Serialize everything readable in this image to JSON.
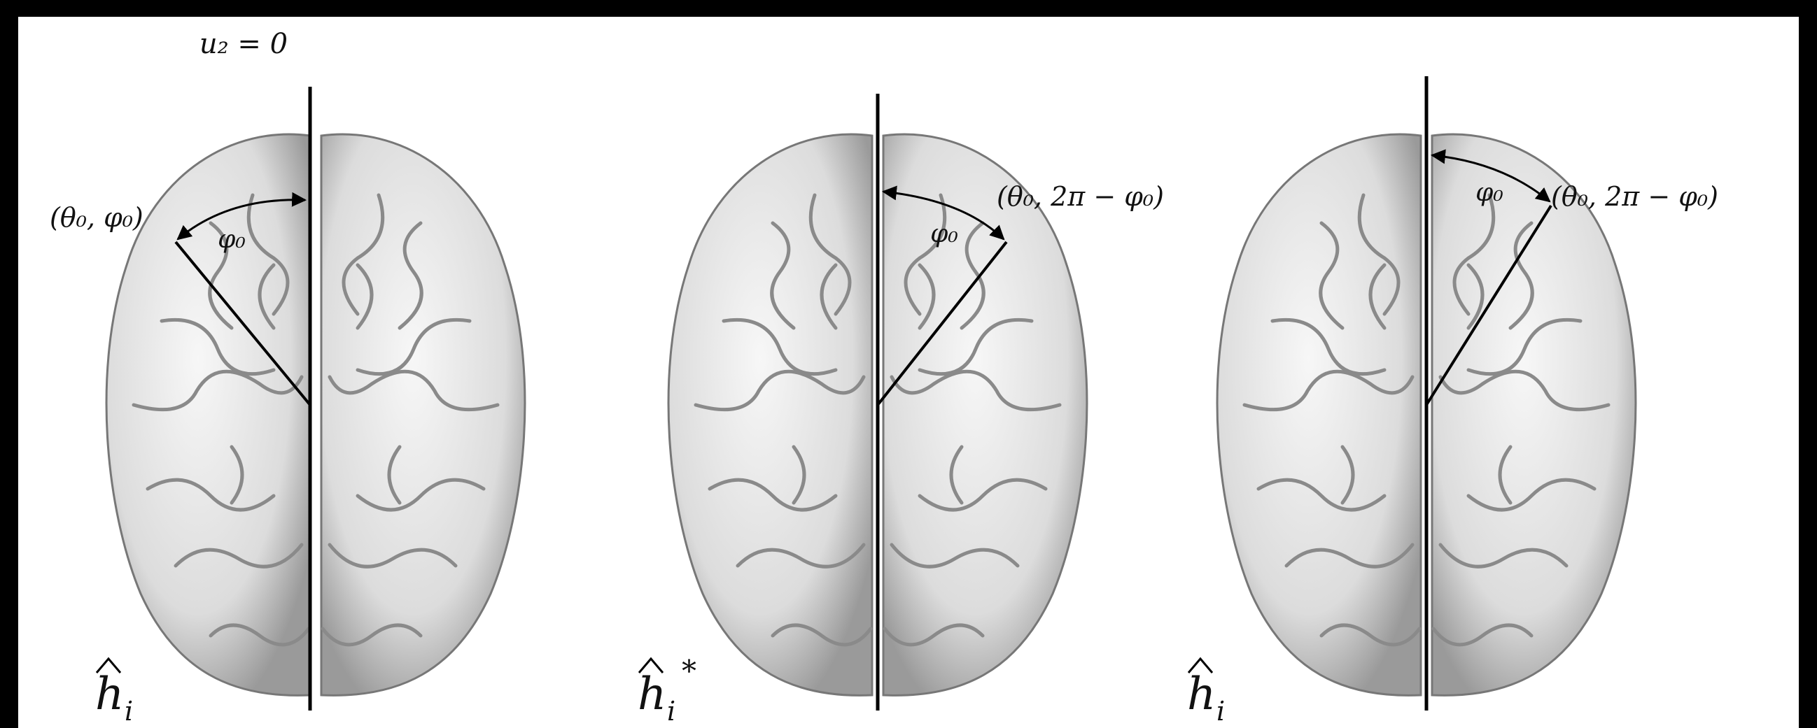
{
  "axis_label": "u₂ = 0",
  "panels": [
    {
      "point_label": "(θ₀, φ₀)",
      "angle_label": "φ₀",
      "h_main": "h",
      "h_sub": "i",
      "h_star": ""
    },
    {
      "point_label": "(θ₀, 2π − φ₀)",
      "angle_label": "φ₀",
      "h_main": "h",
      "h_sub": "i",
      "h_star": "*"
    },
    {
      "point_label": "(θ₀, 2π − φ₀)",
      "angle_label": "φ₀",
      "h_main": "h",
      "h_sub": "i",
      "h_star": ""
    }
  ]
}
